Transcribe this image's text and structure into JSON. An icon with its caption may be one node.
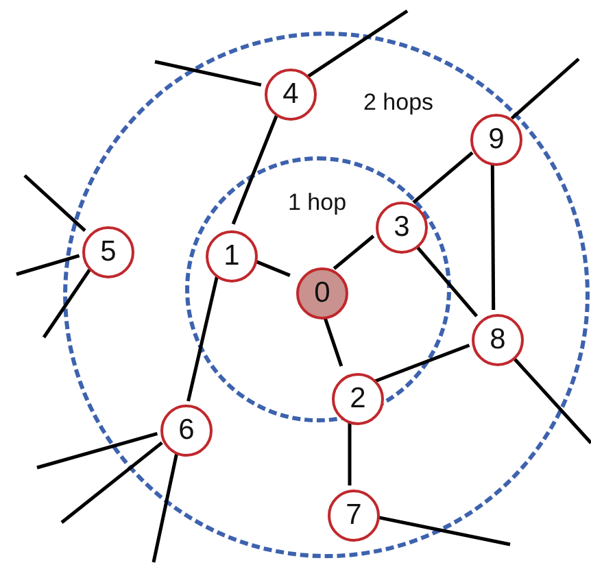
{
  "diagram": {
    "nodes": [
      {
        "text": [
          "2 hops"
        ]
      },
      {
        "text": [
          "1 hop"
        ],
        "in": 0
      },
      {
        "text": [
          "0"
        ],
        "in": 1
      },
      {
        "text": [
          "1"
        ],
        "in": 1
      },
      {
        "text": [
          "2"
        ],
        "in": 1
      },
      {
        "text": [
          "3"
        ],
        "in": 1
      },
      {
        "text": [
          "4"
        ],
        "in": 0
      },
      {
        "text": [
          "5"
        ],
        "in": 0
      },
      {
        "text": [
          "6"
        ],
        "in": 0
      },
      {
        "text": [
          "7"
        ],
        "in": 0
      },
      {
        "text": [
          "8"
        ],
        "in": 0
      },
      {
        "text": [
          "9"
        ],
        "in": 0
      }
    ],
    "edges": [
      {
        "from": 2,
        "to": 3,
        "arrow": "none"
      },
      {
        "from": 2,
        "to": 5,
        "arrow": "none"
      },
      {
        "from": 2,
        "to": 4,
        "arrow": "none"
      },
      {
        "from": 3,
        "to": 6,
        "arrow": "none"
      },
      {
        "from": 3,
        "to": 8,
        "arrow": "none"
      },
      {
        "from": 5,
        "to": 11,
        "arrow": "none"
      },
      {
        "from": 5,
        "to": 10,
        "arrow": "none"
      },
      {
        "from": 4,
        "to": 10,
        "arrow": "none"
      },
      {
        "from": 4,
        "to": 9,
        "arrow": "none"
      },
      {
        "from": 11,
        "to": 10,
        "arrow": "none"
      },
      {
        "from": 6,
        "to": null,
        "arrow": "none"
      },
      {
        "from": 6,
        "to": null,
        "arrow": "none"
      },
      {
        "from": 11,
        "to": null,
        "arrow": "none"
      },
      {
        "from": 7,
        "to": null,
        "arrow": "none"
      },
      {
        "from": 7,
        "to": null,
        "arrow": "none"
      },
      {
        "from": 7,
        "to": null,
        "arrow": "none"
      },
      {
        "from": 8,
        "to": null,
        "arrow": "none"
      },
      {
        "from": 8,
        "to": null,
        "arrow": "none"
      },
      {
        "from": 8,
        "to": null,
        "arrow": "none"
      },
      {
        "from": 10,
        "to": null,
        "arrow": "none"
      },
      {
        "from": 9,
        "to": null,
        "arrow": "none"
      }
    ]
  }
}
